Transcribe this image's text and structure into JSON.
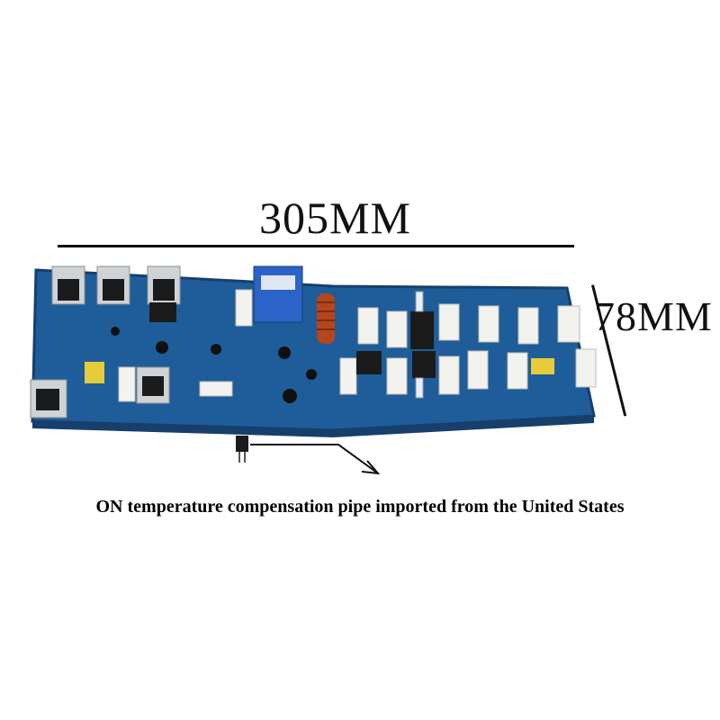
{
  "dimensions": {
    "width_label": "305MM",
    "height_label": "78MM"
  },
  "caption": "ON temperature compensation pipe imported from the United States",
  "colors": {
    "board": "#1f5d9a",
    "board_edge": "#163f6b",
    "heatsink": "#cfd3d6",
    "resistor": "#f2f2ee",
    "relay": "#2b63c8",
    "capacitor": "#e6cc3a",
    "inductor": "#b5461c",
    "terminal": "#1b1b1b"
  }
}
